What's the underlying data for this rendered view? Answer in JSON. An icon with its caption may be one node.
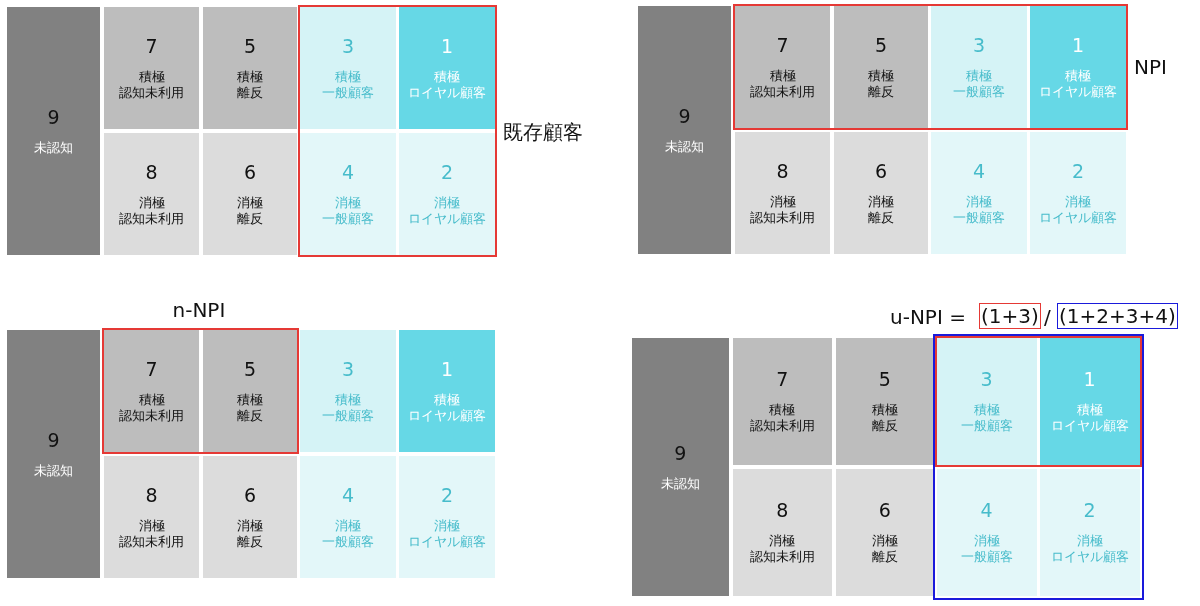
{
  "diagram": {
    "nodes": [
      {
        "text": [
          "既存顧客"
        ]
      },
      {
        "text": [
          "9",
          "未認知"
        ]
      },
      {
        "text": [
          "7",
          "積極",
          "認知未利用"
        ]
      },
      {
        "text": [
          "5",
          "積極",
          "離反"
        ]
      },
      {
        "text": [
          "3",
          "積極",
          "一般顧客"
        ],
        "in": 0
      },
      {
        "text": [
          "1",
          "積極",
          "ロイヤル顧客"
        ],
        "in": 0
      },
      {
        "text": [
          "8",
          "消極",
          "認知未利用"
        ]
      },
      {
        "text": [
          "6",
          "消極",
          "離反"
        ]
      },
      {
        "text": [
          "4",
          "消極",
          "一般顧客"
        ],
        "in": 0
      },
      {
        "text": [
          "2",
          "消極",
          "ロイヤル顧客"
        ],
        "in": 0
      },
      {
        "text": [
          "NPI"
        ]
      },
      {
        "text": [
          "9",
          "未認知"
        ]
      },
      {
        "text": [
          "7",
          "積極",
          "認知未利用"
        ],
        "in": 10
      },
      {
        "text": [
          "5",
          "積極",
          "離反"
        ],
        "in": 10
      },
      {
        "text": [
          "3",
          "積極",
          "一般顧客"
        ],
        "in": 10
      },
      {
        "text": [
          "1",
          "積極",
          "ロイヤル顧客"
        ],
        "in": 10
      },
      {
        "text": [
          "8",
          "消極",
          "認知未利用"
        ]
      },
      {
        "text": [
          "6",
          "消極",
          "離反"
        ]
      },
      {
        "text": [
          "4",
          "消極",
          "一般顧客"
        ]
      },
      {
        "text": [
          "2",
          "消極",
          "ロイヤル顧客"
        ]
      },
      {
        "text": [
          "n-NPI"
        ]
      },
      {
        "text": [
          "9",
          "未認知"
        ]
      },
      {
        "text": [
          "7",
          "積極",
          "認知未利用"
        ],
        "in": 20
      },
      {
        "text": [
          "5",
          "積極",
          "離反"
        ],
        "in": 20
      },
      {
        "text": [
          "3",
          "積極",
          "一般顧客"
        ]
      },
      {
        "text": [
          "1",
          "積極",
          "ロイヤル顧客"
        ]
      },
      {
        "text": [
          "8",
          "消極",
          "認知未利用"
        ]
      },
      {
        "text": [
          "6",
          "消極",
          "離反"
        ]
      },
      {
        "text": [
          "4",
          "消極",
          "一般顧客"
        ]
      },
      {
        "text": [
          "2",
          "消極",
          "ロイヤル顧客"
        ]
      },
      {
        "text": [
          "(1+3)"
        ]
      },
      {
        "text": [
          "(1+2+3+4)"
        ]
      },
      {
        "text": [],
        "shape": "box"
      },
      {
        "text": [],
        "shape": "box",
        "in": 32
      },
      {
        "text": [
          "9",
          "未認知"
        ]
      },
      {
        "text": [
          "7",
          "積極",
          "認知未利用"
        ]
      },
      {
        "text": [
          "5",
          "積極",
          "離反"
        ]
      },
      {
        "text": [
          "3",
          "積極",
          "一般顧客"
        ],
        "in": 33
      },
      {
        "text": [
          "1",
          "積極",
          "ロイヤル顧客"
        ],
        "in": 33
      },
      {
        "text": [
          "8",
          "消極",
          "認知未利用"
        ]
      },
      {
        "text": [
          "6",
          "消極",
          "離反"
        ]
      },
      {
        "text": [
          "4",
          "消極",
          "一般顧客"
        ],
        "in": 32
      },
      {
        "text": [
          "2",
          "消極",
          "ロイヤル顧客"
        ],
        "in": 32
      }
    ],
    "edges": [],
    "labels": [
      "u-NPI =",
      "/"
    ]
  }
}
